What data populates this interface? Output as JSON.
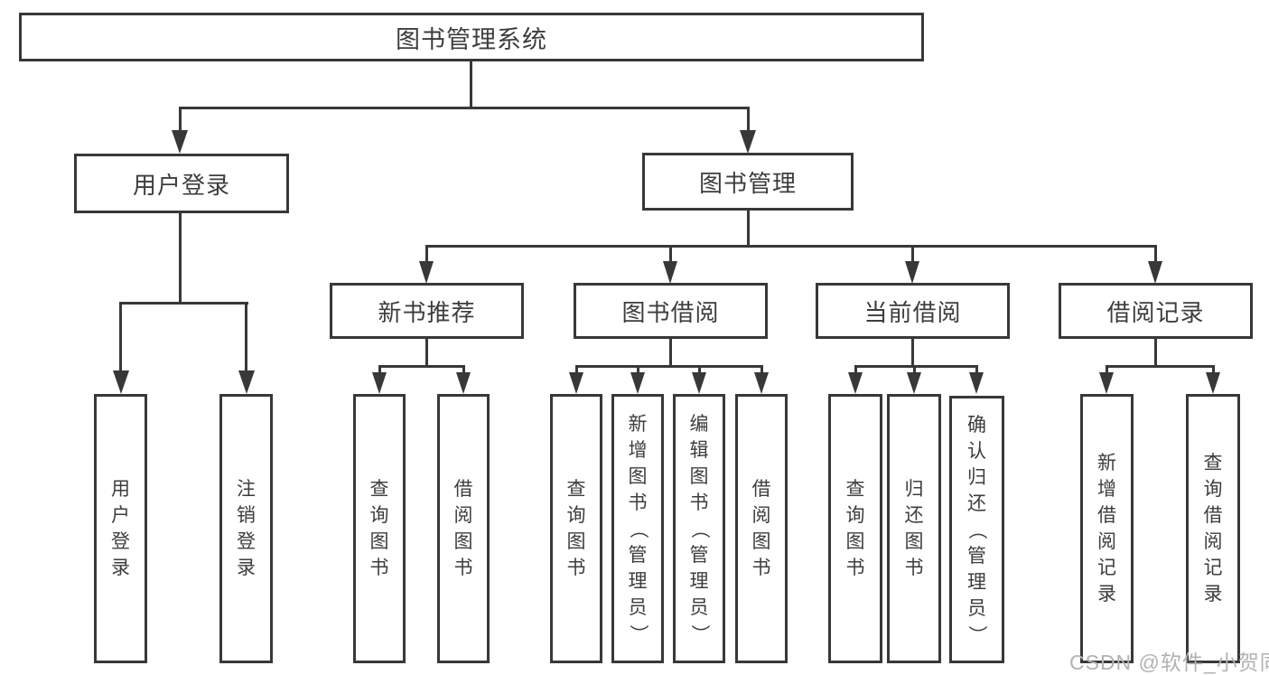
{
  "diagram": {
    "root": {
      "label": "图书管理系统"
    },
    "level1": {
      "user_login": {
        "label": "用户登录"
      },
      "book_mgmt": {
        "label": "图书管理"
      }
    },
    "level2": {
      "new_book_rec": {
        "label": "新书推荐"
      },
      "book_borrow": {
        "label": "图书借阅"
      },
      "current_borrow": {
        "label": "当前借阅"
      },
      "borrow_record": {
        "label": "借阅记录"
      }
    },
    "leaves": {
      "user_login": [
        "用户登录",
        "注销登录"
      ],
      "new_book_rec": [
        "查询图书",
        "借阅图书"
      ],
      "book_borrow": [
        "查询图书",
        "新增图书（管理员）",
        "编辑图书（管理员）",
        "借阅图书"
      ],
      "current_borrow": [
        "查询图书",
        "归还图书",
        "确认归还（管理员）"
      ],
      "borrow_record": [
        "新增借阅记录",
        "查询借阅记录"
      ]
    }
  },
  "watermark": {
    "text": "CSDN @软件_小贺同学"
  },
  "colors": {
    "line": "#383838",
    "text": "#3d3d3d",
    "watermark": "#b2b2b2",
    "background": "#ffffff"
  }
}
